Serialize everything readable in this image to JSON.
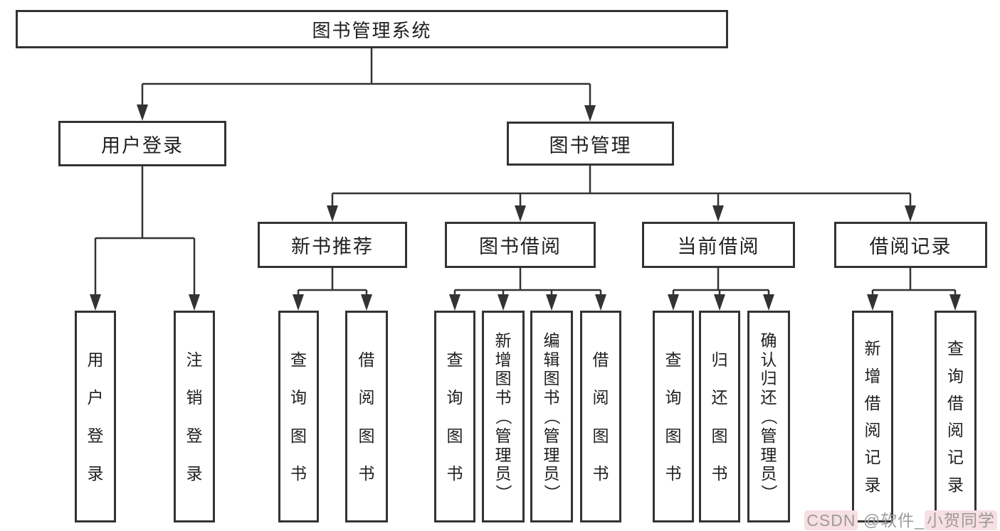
{
  "colors": {
    "line": "#333333",
    "box_border": "#333333",
    "background": "#ffffff",
    "watermark_text": "#9b9b9b",
    "watermark_highlight": "#f8dfe3"
  },
  "tree": {
    "root": {
      "label": "图书管理系统",
      "children": [
        {
          "label": "用户登录",
          "children": [
            {
              "label": "用户登录"
            },
            {
              "label": "注销登录"
            }
          ]
        },
        {
          "label": "图书管理",
          "children": [
            {
              "label": "新书推荐",
              "children": [
                {
                  "label": "查询图书"
                },
                {
                  "label": "借阅图书"
                }
              ]
            },
            {
              "label": "图书借阅",
              "children": [
                {
                  "label": "查询图书"
                },
                {
                  "label": "新增图书（管理员）"
                },
                {
                  "label": "编辑图书（管理员）"
                },
                {
                  "label": "借阅图书"
                }
              ]
            },
            {
              "label": "当前借阅",
              "children": [
                {
                  "label": "查询图书"
                },
                {
                  "label": "归还图书"
                },
                {
                  "label": "确认归还（管理员）"
                }
              ]
            },
            {
              "label": "借阅记录",
              "children": [
                {
                  "label": "新增借阅记录"
                },
                {
                  "label": "查询借阅记录"
                }
              ]
            }
          ]
        }
      ]
    }
  },
  "watermark": {
    "site": "CSDN",
    "separator": " @",
    "author_prefix": "软件_",
    "author_name": "小贺同学"
  }
}
